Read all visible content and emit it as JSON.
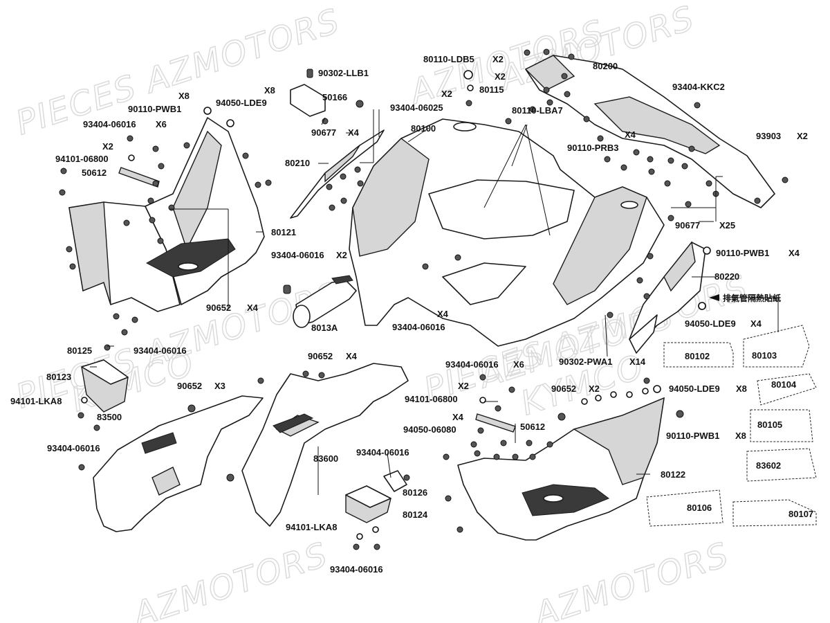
{
  "watermarks": [
    "PIECES AZMOTORS",
    "AZMOTORS",
    "PIECES AZMOTORS",
    "KYMCO",
    "AZMOTORS",
    "AZMOTORS",
    "PIECES AZMOTORS",
    "KYMCO",
    "AZMOTORS",
    "AZMOTORS"
  ],
  "labels": {
    "l_90302_LLB1": "90302-LLB1",
    "l_80110_LDB5": "80110-LDB5",
    "l_x2_ldb5": "X2",
    "l_80200": "80200",
    "l_x2_80115": "X2",
    "l_80115": "80115",
    "l_x8_pwb1": "X8",
    "l_x8_lde9": "X8",
    "l_50166": "50166",
    "l_x2_06025": "X2",
    "l_93404_KKC2": "93404-KKC2",
    "l_90110_PWB1_a": "90110-PWB1",
    "l_94050_LDE9_a": "94050-LDE9",
    "l_93404_06025": "93404-06025",
    "l_80110_LBA7": "80110-LBA7",
    "l_93404_06016_x6a": "93404-06016",
    "l_x6a": "X6",
    "l_90677_a": "90677",
    "l_x4_90677": "X4",
    "l_80100": "80100",
    "l_x4_prb3": "X4",
    "l_93903": "93903",
    "l_x2_93903": "X2",
    "l_x2_06800a": "X2",
    "l_90110_PRB3": "90110-PRB3",
    "l_94101_06800_a": "94101-06800",
    "l_80210": "80210",
    "l_50612_a": "50612",
    "l_90677_b": "90677",
    "l_x25": "X25",
    "l_80121": "80121",
    "l_90110_PWB1_b": "90110-PWB1",
    "l_x4_pwb1b": "X4",
    "l_93404_06016_x2": "93404-06016",
    "l_x2_b": "X2",
    "l_80220": "80220",
    "l_cjk": "排氣管隔熱貼紙",
    "l_90652_x4a": "90652",
    "l_x4_90652a": "X4",
    "l_x4_06016": "X4",
    "l_94050_LDE9_x4": "94050-LDE9",
    "l_x4_lde9": "X4",
    "l_8013A": "8013A",
    "l_93404_06016_c": "93404-06016",
    "l_80125": "80125",
    "l_93404_06016_d": "93404-06016",
    "l_80102": "80102",
    "l_80103": "80103",
    "l_90302_PWA1": "90302-PWA1",
    "l_x14": "X14",
    "l_80123": "80123",
    "l_90652_x4b": "90652",
    "l_x4_90652b": "X4",
    "l_93404_06016_x6b": "93404-06016",
    "l_x6b": "X6",
    "l_90652_x3": "90652",
    "l_x3": "X3",
    "l_x2_c": "X2",
    "l_90652_x2": "90652",
    "l_x2_90652": "X2",
    "l_94050_LDE9_x8": "94050-LDE9",
    "l_x8_lde9b": "X8",
    "l_80104": "80104",
    "l_94101_LKA8_a": "94101-LKA8",
    "l_94101_06800_b": "94101-06800",
    "l_83500": "83500",
    "l_x4_c": "X4",
    "l_50612_b": "50612",
    "l_80105": "80105",
    "l_94050_06080": "94050-06080",
    "l_90110_PWB1_x8": "90110-PWB1",
    "l_x8_pwb1b": "X8",
    "l_93404_06016_e": "93404-06016",
    "l_93404_06016_f": "93404-06016",
    "l_83600": "83600",
    "l_83602": "83602",
    "l_80126": "80126",
    "l_80122": "80122",
    "l_80124": "80124",
    "l_80106": "80106",
    "l_80107": "80107",
    "l_94101_LKA8_b": "94101-LKA8",
    "l_93404_06016_g": "93404-06016"
  },
  "colors": {
    "line": "#1a1a1a",
    "watermark": "#d9d9d9",
    "shade": "#d6d6d6"
  }
}
